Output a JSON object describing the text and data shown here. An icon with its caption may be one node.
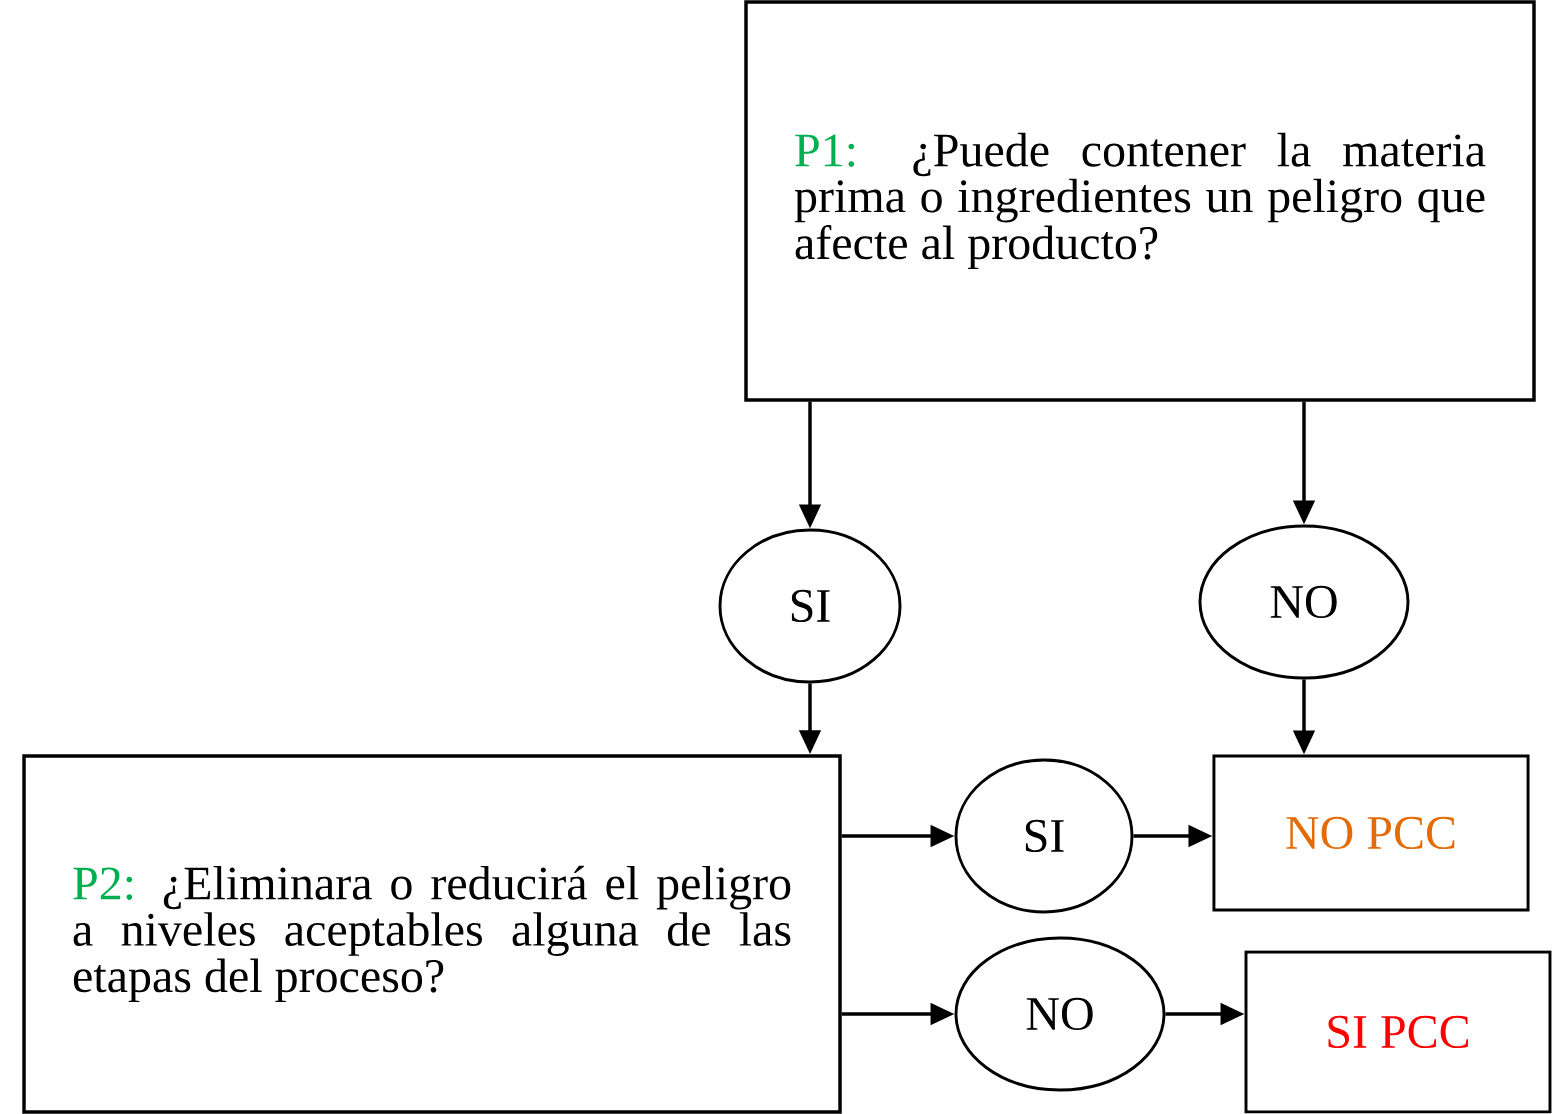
{
  "diagram": {
    "nodes": [
      {
        "text": [
          "P1:",
          "¿Puede contener la materia prima o ingredientes un peligro que afecte al producto?"
        ]
      },
      {
        "text": [
          "SI"
        ]
      },
      {
        "text": [
          "NO"
        ]
      },
      {
        "text": [
          "P2:",
          "¿Eliminara o reducirá el peligro a niveles aceptables alguna de las etapas del proceso?"
        ]
      },
      {
        "text": [
          "SI"
        ]
      },
      {
        "text": [
          "NO PCC"
        ]
      },
      {
        "text": [
          "NO"
        ]
      },
      {
        "text": [
          "SI PCC"
        ]
      }
    ],
    "edges": [
      {
        "from": 0,
        "to": 1,
        "arrow": "to"
      },
      {
        "from": 0,
        "to": 2,
        "arrow": "to"
      },
      {
        "from": 1,
        "to": 3,
        "arrow": "to"
      },
      {
        "from": 2,
        "to": 5,
        "arrow": "to"
      },
      {
        "from": 3,
        "to": 4,
        "arrow": "to"
      },
      {
        "from": 4,
        "to": 5,
        "arrow": "to"
      },
      {
        "from": 3,
        "to": 6,
        "arrow": "to"
      },
      {
        "from": 6,
        "to": 7,
        "arrow": "to"
      }
    ]
  }
}
